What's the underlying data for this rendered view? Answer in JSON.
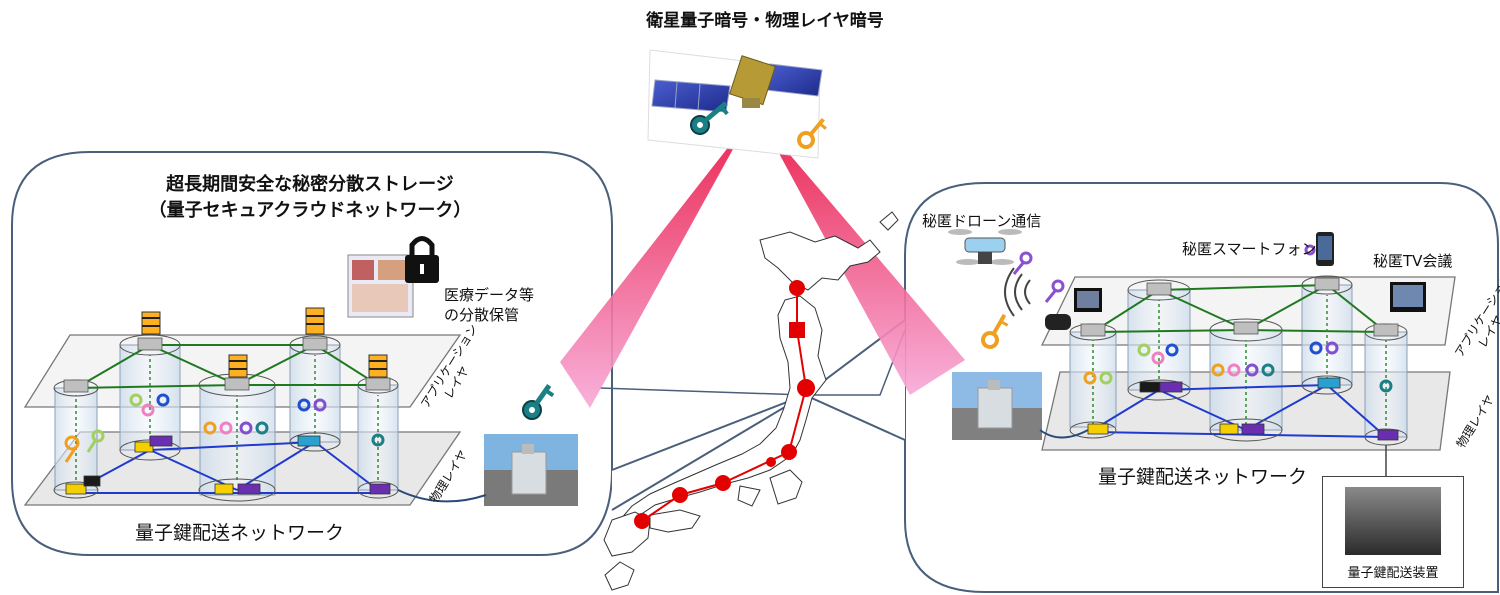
{
  "top_title": "衛星量子暗号・物理レイヤ暗号",
  "left_panel": {
    "title_line1": "超長期間安全な秘密分散ストレージ",
    "title_line2": "（量子セキュアクラウドネットワーク）",
    "medical_label_line1": "医療データ等",
    "medical_label_line2": "の分散保管",
    "app_layer_line1": "アプリケーション",
    "app_layer_line2": "レイヤ",
    "phys_layer": "物理レイヤ",
    "network_label": "量子鍵配送ネットワーク"
  },
  "right_panel": {
    "drone_label": "秘匿ドローン通信",
    "smartphone_label": "秘匿スマートフォン",
    "tv_label": "秘匿TV会議",
    "app_layer_line1": "アプリケーション",
    "app_layer_line2": "レイヤ",
    "phys_layer": "物理レイヤ",
    "network_label": "量子鍵配送ネットワーク",
    "device_label": "量子鍵配送装置"
  },
  "colors": {
    "panel_border": "#4a5f7a",
    "beam": "#f03b6a",
    "red_node": "#e30000",
    "green_link": "#1f7a1f",
    "blue_link": "#1f3ad0",
    "key_teal": "#1b7f86",
    "key_orange": "#f0a020"
  }
}
